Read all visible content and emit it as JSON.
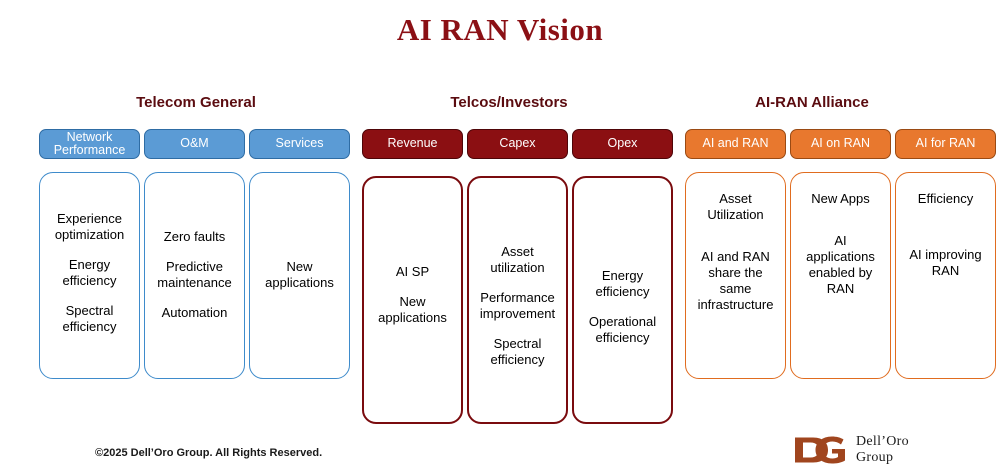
{
  "page": {
    "title": "AI RAN Vision",
    "title_color": "#8B1015",
    "background": "#ffffff"
  },
  "palette": {
    "blue_fill": "#5B9BD5",
    "blue_border": "#2E6CA4",
    "maroon_fill": "#8B0F12",
    "maroon_border": "#4E0508",
    "orange_fill": "#E8782E",
    "orange_border": "#9A4A13",
    "heading_maroon": "#5B0C10",
    "logo_rust": "#A0451E"
  },
  "sections": [
    {
      "id": "telecom-general",
      "label": "Telecom General"
    },
    {
      "id": "telcos-investors",
      "label": "Telcos/Investors"
    },
    {
      "id": "ai-ran-alliance",
      "label": "AI-RAN Alliance"
    }
  ],
  "columns": [
    {
      "id": "network-performance",
      "theme": "blue",
      "header": "Network\nPerformance",
      "items": [
        "Experience\noptimization",
        "Energy\nefficiency",
        "Spectral\nefficiency"
      ]
    },
    {
      "id": "om",
      "theme": "blue",
      "header": "O&M",
      "items": [
        "Zero faults",
        "Predictive\nmaintenance",
        "Automation"
      ]
    },
    {
      "id": "services",
      "theme": "blue",
      "header": "Services",
      "items": [
        "New\napplications"
      ]
    },
    {
      "id": "revenue",
      "theme": "maroon",
      "header": "Revenue",
      "items": [
        "AI SP",
        "New\napplications"
      ]
    },
    {
      "id": "capex",
      "theme": "maroon",
      "header": "Capex",
      "items": [
        "Asset\nutilization",
        "Performance\nimprovement",
        "Spectral\nefficiency"
      ]
    },
    {
      "id": "opex",
      "theme": "maroon",
      "header": "Opex",
      "items": [
        "Energy\nefficiency",
        "Operational\nefficiency"
      ]
    },
    {
      "id": "ai-and-ran",
      "theme": "orange",
      "header": "AI and RAN",
      "items": [
        "Asset Utilization",
        "AI and RAN\nshare the\nsame\ninfrastructure"
      ]
    },
    {
      "id": "ai-on-ran",
      "theme": "orange",
      "header": "AI on RAN",
      "items": [
        "New Apps",
        "AI\napplications\nenabled by\nRAN"
      ]
    },
    {
      "id": "ai-for-ran",
      "theme": "orange",
      "header": "AI for RAN",
      "items": [
        "Efficiency",
        "AI improving\nRAN"
      ]
    }
  ],
  "footer": {
    "copyright": "©2025 Dell’Oro Group. All Rights Reserved.",
    "logo_line1": "Dell’Oro",
    "logo_line2": "Group",
    "logo_mark": "dg-monogram-icon"
  }
}
